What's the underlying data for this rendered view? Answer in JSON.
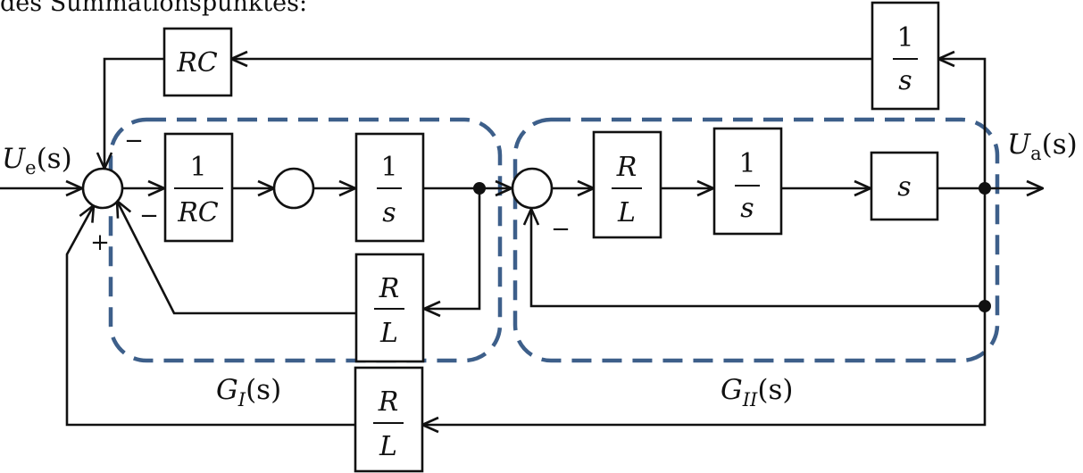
{
  "caption": "des Summationspunktes:",
  "signals": {
    "input_main": "U",
    "input_sub": "e",
    "input_arg": "(s)",
    "output_main": "U",
    "output_sub": "a",
    "output_arg": "(s)"
  },
  "blocks": {
    "rc": "RC",
    "integrator_top_num": "1",
    "integrator_top_den": "s",
    "g1_gain_num": "1",
    "g1_gain_den": "RC",
    "g1_integrator_num": "1",
    "g1_integrator_den": "s",
    "g1_feedback_num": "R",
    "g1_feedback_den": "L",
    "g2_gain_num": "R",
    "g2_gain_den": "L",
    "g2_integrator_num": "1",
    "g2_integrator_den": "s",
    "g2_derivative": "s",
    "outer_feedback_num": "R",
    "outer_feedback_den": "L"
  },
  "signs": {
    "sum1_top": "−",
    "sum1_bottom": "−",
    "sum1_plus": "+",
    "sum3_bottom": "−"
  },
  "groups": {
    "g1_main": "G",
    "g1_sub": "I",
    "g1_arg": "(s)",
    "g2_main": "G",
    "g2_sub": "II",
    "g2_arg": "(s)"
  },
  "colors": {
    "group_outline": "#3d5f8a",
    "line": "#111111"
  }
}
